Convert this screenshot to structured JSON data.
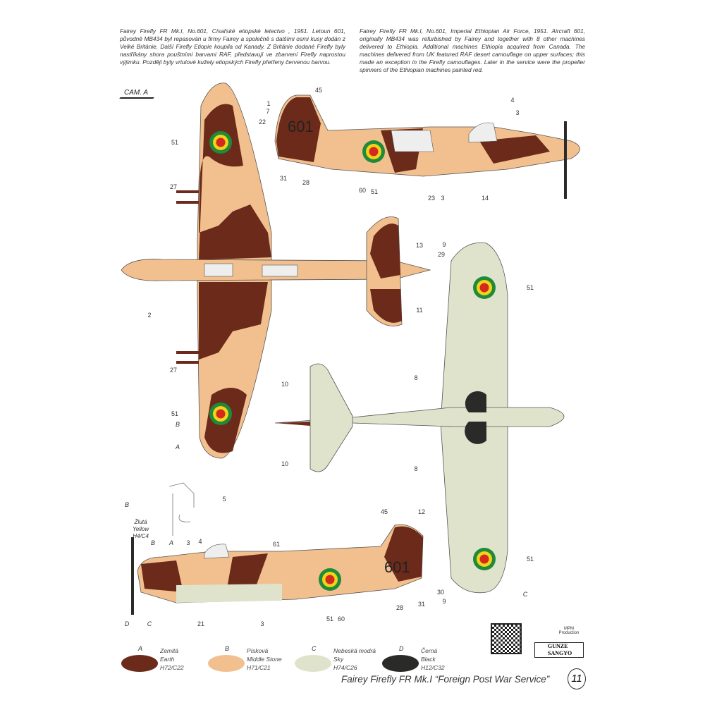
{
  "description_cz": "Fairey Firefly FR Mk.I, No.601, Císařské etiopské letectvo , 1951. Letoun 601, původně MB434 byl repasován u firmy Fairey a společně s dalšími osmi kusy dodán z Velké Británie. Další Firefly Etiopie koupila od Kanady. Z Británie dodané Firefly byly nastříkány shora pouštními barvami RAF, představují ve zbarvení Firefly naprostou výjimku. Později byly vrtulové kužely etiopských Firefly přetřeny červenou barvou.",
  "description_en": "Fairey Firefly FR Mk.I, No.601, Imperial Ethiopian Air Force, 1951. Aircraft 601, originally MB434 was refurbished by Fairey and together with 8 other machines delivered to Ethiopia. Additional machines Ethiopia acquired from Canada. The machines delivered from UK featured RAF desert camouflage on upper surfaces; this made an exception in the Firefly camouflages. Later in the service were the propeller spinners of the Ethiopian machines painted red.",
  "cam_label": "CAM. A",
  "aircraft_code": "601",
  "callouts": [
    "51",
    "27",
    "2",
    "27",
    "51",
    "B",
    "A",
    "13",
    "11",
    "1",
    "45",
    "7",
    "22",
    "31",
    "28",
    "60",
    "51",
    "23",
    "3",
    "14",
    "4",
    "3",
    "9",
    "29",
    "51",
    "8",
    "10",
    "10",
    "8",
    "51",
    "30",
    "9",
    "C",
    "5",
    "B",
    "45",
    "12",
    "B",
    "A",
    "3",
    "4",
    "61",
    "21",
    "3",
    "51",
    "60",
    "28",
    "31",
    "D",
    "C"
  ],
  "yellow_note": {
    "cz": "Žlutá",
    "en": "Yellow",
    "code": "H4/C4"
  },
  "legend": [
    {
      "letter": "A",
      "cz": "Zemitá",
      "en": "Earth",
      "code": "H72/C22",
      "color": "#6b2a1a"
    },
    {
      "letter": "B",
      "cz": "Písková",
      "en": "Middle Stone",
      "code": "H71/C21",
      "color": "#f2c08e"
    },
    {
      "letter": "C",
      "cz": "Nebeská modrá",
      "en": "Sky",
      "code": "H74/C26",
      "color": "#dfe3cc"
    },
    {
      "letter": "D",
      "cz": "Černá",
      "en": "Black",
      "code": "H12/C32",
      "color": "#2a2a28"
    }
  ],
  "logos": {
    "mpm": "MPM Production",
    "gunze": "GUNZE SANGYO"
  },
  "footer_title": "Fairey Firefly FR Mk.I “Foreign Post War Service”",
  "page_number": "11"
}
